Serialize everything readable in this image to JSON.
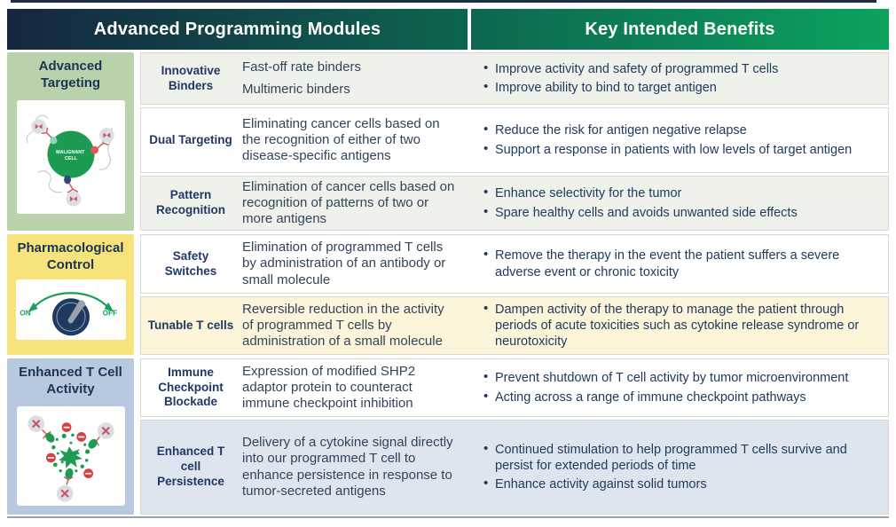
{
  "header": {
    "left": "Advanced Programming Modules",
    "right": "Key Intended Benefits"
  },
  "colors": {
    "header_gradient_start": "#16263f",
    "header_gradient_end": "#0ca35d",
    "advanced_targeting_bg": "#b9d2ab",
    "pharmacological_control_bg": "#f6e37c",
    "enhanced_t_cell_bg": "#b8c8df",
    "tint_green": "#eef2ea",
    "tint_yellow": "#fcf5d9",
    "tint_blue": "#dfe5ef",
    "heading_text": "#1b3455",
    "module_text": "#1f3864",
    "accent_green": "#179b57",
    "accent_red": "#d64040",
    "knob_navy": "#1e3a5f"
  },
  "icons": {
    "malignant_cell_line1": "MALIGNANT",
    "malignant_cell_line2": "CELL",
    "dial_on": "ON",
    "dial_off": "OFF"
  },
  "sections": [
    {
      "title": "Advanced Targeting",
      "icon": "malignant-cell-icon",
      "rows": [
        {
          "module": "Innovative Binders",
          "description_lines": [
            "Fast-off rate binders",
            "Multimeric binders"
          ],
          "benefits": [
            "Improve activity and safety of programmed T cells",
            "Improve ability to bind to target antigen"
          ]
        },
        {
          "module": "Dual Targeting",
          "description": "Eliminating cancer cells based on the recognition of either of two disease-specific antigens",
          "benefits": [
            "Reduce the risk for antigen negative relapse",
            "Support a response in patients with low levels of target antigen"
          ]
        },
        {
          "module": "Pattern Recognition",
          "description": "Elimination of cancer cells based on recognition of patterns of two or more antigens",
          "benefits": [
            "Enhance selectivity for the tumor",
            "Spare healthy cells and avoids unwanted side effects"
          ]
        }
      ]
    },
    {
      "title": "Pharmacological Control",
      "icon": "on-off-dial-icon",
      "rows": [
        {
          "module": "Safety Switches",
          "description": "Elimination of programmed T cells by administration of an antibody or small molecule",
          "benefits": [
            "Remove the therapy in the event the patient suffers a severe adverse event or chronic toxicity"
          ]
        },
        {
          "module": "Tunable T cells",
          "description": "Reversible reduction in the activity of programmed T cells by administration of a small molecule",
          "benefits": [
            "Dampen activity of the therapy to manage the patient through periods of acute toxicities such as cytokine release syndrome or neurotoxicity"
          ]
        }
      ]
    },
    {
      "title": "Enhanced T Cell Activity",
      "icon": "t-cell-activity-icon",
      "rows": [
        {
          "module": "Immune Checkpoint Blockade",
          "description": "Expression of modified SHP2 adaptor protein to counteract immune checkpoint inhibition",
          "benefits": [
            "Prevent shutdown of T cell activity by tumor microenvironment",
            "Acting across a range of immune checkpoint pathways"
          ]
        },
        {
          "module": "Enhanced T cell Persistence",
          "description": "Delivery of a cytokine signal directly into our programmed T cell to enhance persistence in response to tumor-secreted antigens",
          "benefits": [
            "Continued stimulation to help programmed T cells survive and persist for extended periods of time",
            "Enhance activity against solid tumors"
          ]
        }
      ]
    }
  ]
}
